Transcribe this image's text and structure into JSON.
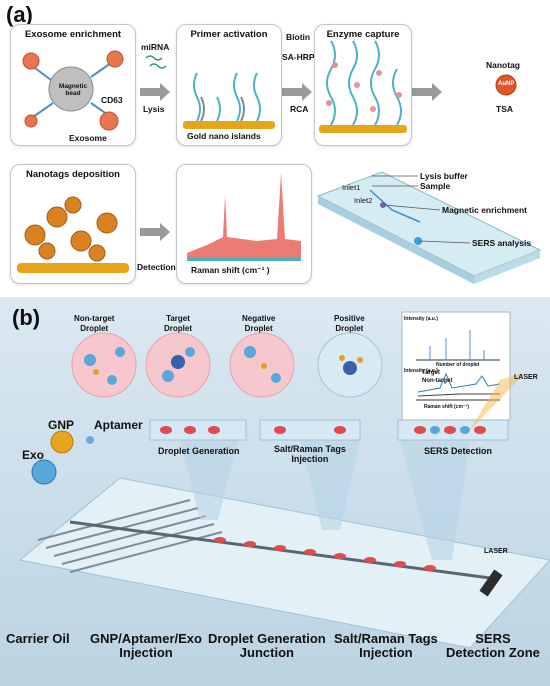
{
  "panel_a": {
    "label": "(a)",
    "exosome_box": {
      "title": "Exosome enrichment",
      "bead": "Magnetic bead",
      "cd63": "CD63",
      "exosome": "Exosome"
    },
    "step1": {
      "top": "miRNA",
      "bottom": "Lysis"
    },
    "primer_box": {
      "title": "Primer activation",
      "bottom": "Gold nano islands"
    },
    "step2": {
      "top1": "Biotin",
      "top2": "SA-HRP",
      "bottom": "RCA"
    },
    "enzyme_box": {
      "title": "Enzyme capture"
    },
    "step3": {
      "top": "Nanotag",
      "bottom": "TSA",
      "np_label": "AuNP"
    },
    "nanotags_box": {
      "title": "Nanotags deposition"
    },
    "step4": {
      "bottom": "Detection"
    },
    "raman_box": {
      "xlabel": "Raman shift (cm⁻¹ )"
    },
    "chip": {
      "inlet1": "Inlet1",
      "inlet2": "Inlet2",
      "lysis": "Lysis buffer",
      "sample": "Sample",
      "magnetic": "Magnetic enrichment",
      "sers": "SERS analysis"
    }
  },
  "panel_b": {
    "label": "(b)",
    "droplets": {
      "non_target": "Non-target\nDroplet",
      "target": "Target\nDroplet",
      "negative": "Negative\nDroplet",
      "positive": "Positive\nDroplet"
    },
    "inset": {
      "intensity_top": "Intensity (a.u.)",
      "number_of_droplet": "Number of droplet",
      "intensity_bottom": "Intensity (a.u.)",
      "target": "Target",
      "non_target": "Non-target",
      "raman_shift": "Raman shift (cm⁻¹)"
    },
    "laser_top": "LASER",
    "laser_bottom": "LASER",
    "gnp": "GNP",
    "aptamer": "Aptamer",
    "exo": "Exo",
    "callouts": {
      "droplet_generation": "Droplet Generation",
      "salt_injection": "Salt/Raman Tags\nInjection",
      "sers_detection": "SERS Detection"
    },
    "bottom_labels": {
      "carrier_oil": "Carrier Oil",
      "gnp_injection": "GNP/Aptamer/Exo\nInjection",
      "droplet_junction": "Droplet Generation\nJunction",
      "salt_tags": "Salt/Raman Tags\nInjection",
      "sers_zone": "SERS\nDetection Zone"
    }
  },
  "colors": {
    "gold": "#e7a51e",
    "teal": "#4ab3c4",
    "red": "#e04a4a",
    "panel_b_bg": "#cfe0ec",
    "arrow_gray": "#9a9a9a"
  }
}
